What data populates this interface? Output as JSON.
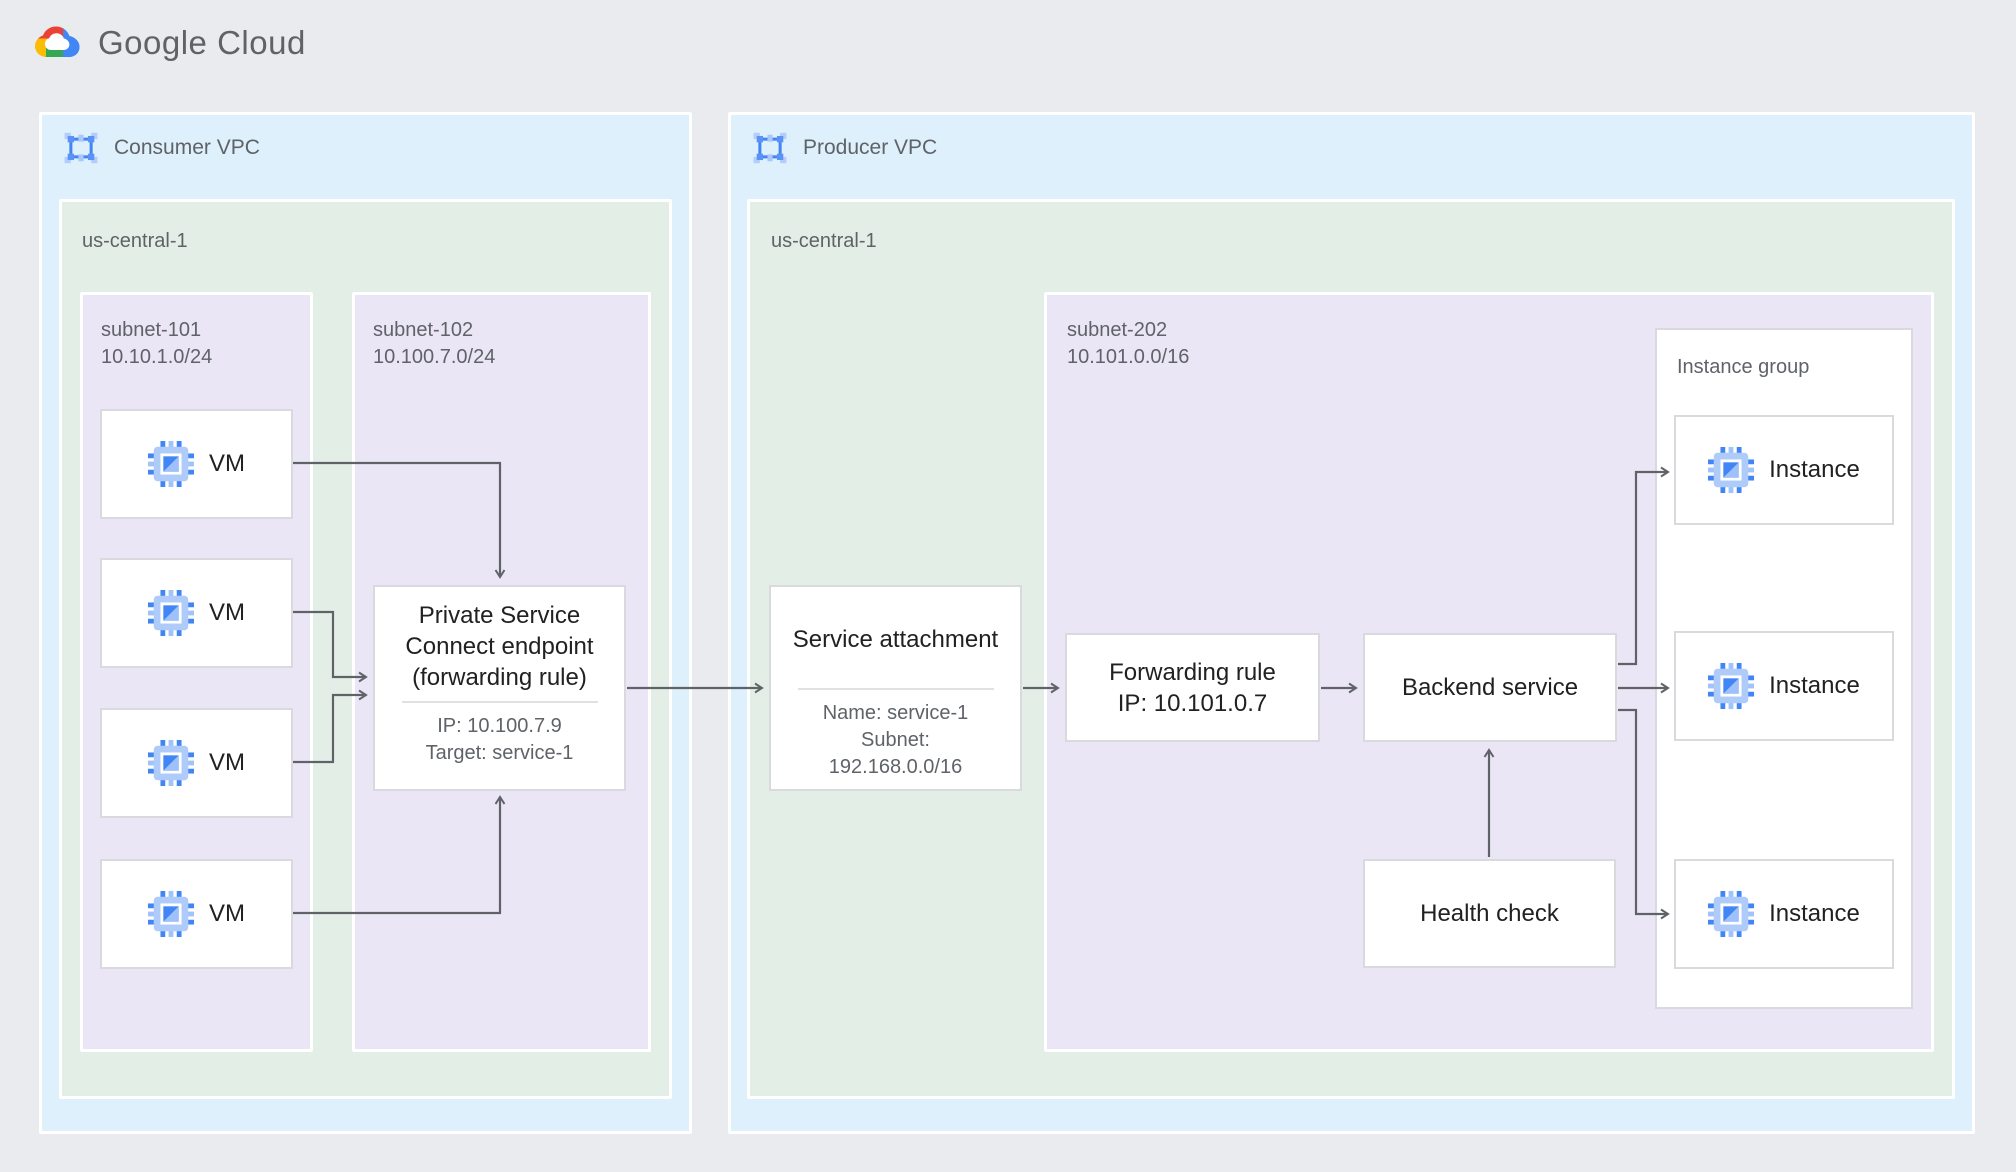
{
  "logo": {
    "text": "Google Cloud"
  },
  "consumer_vpc": {
    "label": "Consumer VPC",
    "region": {
      "label": "us-central-1"
    },
    "subnet_101": {
      "name": "subnet-101",
      "cidr": "10.10.1.0/24",
      "vms": [
        {
          "label": "VM"
        },
        {
          "label": "VM"
        },
        {
          "label": "VM"
        },
        {
          "label": "VM"
        }
      ]
    },
    "subnet_102": {
      "name": "subnet-102",
      "cidr": "10.100.7.0/24",
      "psc_endpoint": {
        "title": "Private Service Connect endpoint (forwarding rule)",
        "ip": "IP: 10.100.7.9",
        "target": "Target: service-1"
      }
    }
  },
  "producer_vpc": {
    "label": "Producer VPC",
    "region": {
      "label": "us-central-1"
    },
    "service_attachment": {
      "title": "Service attachment",
      "lines": [
        "Name: service-1",
        "Subnet:",
        "192.168.0.0/16"
      ]
    },
    "subnet_202": {
      "name": "subnet-202",
      "cidr": "10.101.0.0/16",
      "forwarding_rule": {
        "lines": [
          "Forwarding rule",
          "IP: 10.101.0.7"
        ]
      },
      "backend_service": {
        "label": "Backend service"
      },
      "health_check": {
        "label": "Health check"
      },
      "instance_group": {
        "label": "Instance group",
        "instances": [
          {
            "label": "Instance"
          },
          {
            "label": "Instance"
          },
          {
            "label": "Instance"
          }
        ]
      }
    }
  },
  "colors": {
    "page_bg": "#e9ebee",
    "vpc_bg": "#def0fb",
    "region_bg": "#e3efe6",
    "subnet_bg": "#ebe6f6",
    "card_border": "#d9dade",
    "arrow": "#5f6368",
    "title_text": "#212121",
    "label_text": "#5f6368",
    "icon_blue": "#4285f4",
    "icon_blue_light": "#aecbfa",
    "logo_red": "#ea4335",
    "logo_yellow": "#fbbc04",
    "logo_green": "#34a853",
    "logo_blue": "#4285f4"
  }
}
